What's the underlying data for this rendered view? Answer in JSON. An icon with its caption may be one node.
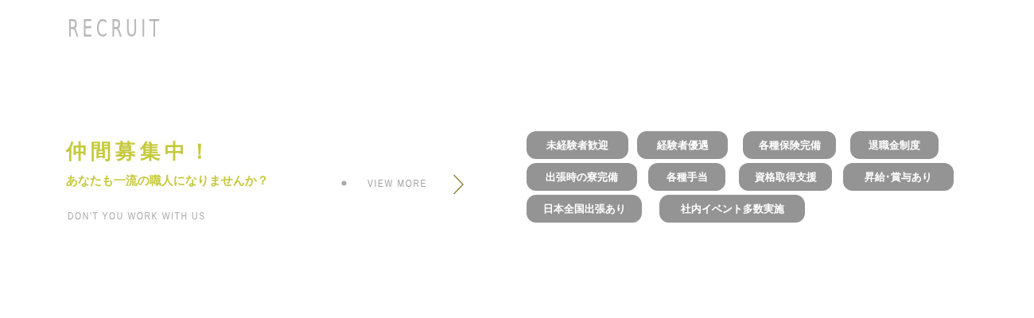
{
  "diagram": {
    "title": "RECRUIT",
    "labels": [
      "仲間募集中！",
      "あなたも一流の職人になりませんか？",
      "VIEW MORE",
      "DON'T YOU WORK WITH US",
      "未経験者歓迎",
      "経験者優遇",
      "各種保険完備",
      "退職金制度",
      "出張時の寮完備",
      "各種手当",
      "資格取得支援",
      "昇給･賞与あり",
      "日本全国出張あり",
      "社内イベント多数実施"
    ]
  }
}
